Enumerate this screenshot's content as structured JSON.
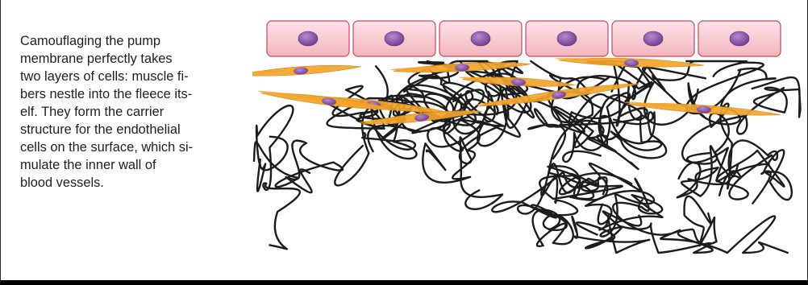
{
  "caption": {
    "lines": [
      "Camouflaging the pump",
      "membrane perfectly takes",
      "two layers of cells: muscle fi-",
      "bers nestle into the fleece its-",
      "elf. They form the carrier",
      "structure for the endothelial",
      "cells on the surface, which si-",
      "mulate the inner wall of",
      "blood vessels."
    ]
  },
  "illustration": {
    "endothelial_cells": {
      "count": 6
    },
    "muscle_fibers": {
      "count": 9
    },
    "colors": {
      "endothelial_fill": "#f7c8cf",
      "endothelial_border": "#c9475b",
      "nucleus": "#8a4fa3",
      "muscle_fiber": "#f2a52c",
      "muscle_fiber_edge": "#d88a12",
      "fleece_fiber": "#1c1c1c"
    }
  }
}
